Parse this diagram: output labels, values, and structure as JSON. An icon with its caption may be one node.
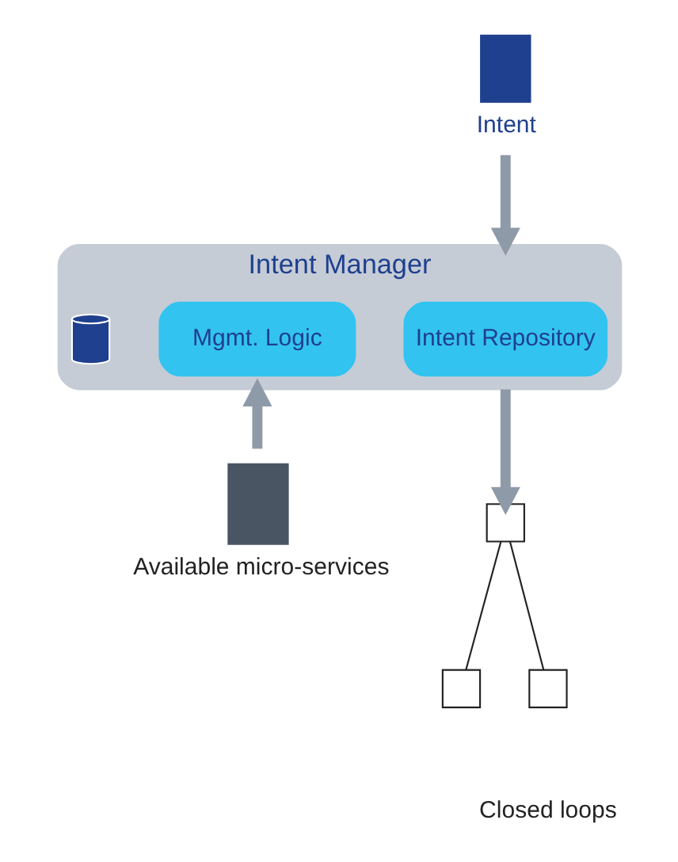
{
  "diagram": {
    "nodes": [
      {
        "text": [
          "Intent"
        ]
      },
      {
        "text": [
          "Intent Manager"
        ]
      },
      {
        "text": [
          "Mgmt. Logic"
        ],
        "in": 1
      },
      {
        "text": [
          "Intent Repository"
        ],
        "in": 1
      },
      {
        "text": [],
        "shape": "cylinder",
        "in": 1
      },
      {
        "text": [
          "Available micro-services"
        ]
      },
      {
        "text": [],
        "shape": "box"
      },
      {
        "text": [],
        "shape": "box"
      },
      {
        "text": [],
        "shape": "box"
      }
    ],
    "edges": [
      {
        "from": 0,
        "to": 1,
        "arrow": "to"
      },
      {
        "from": 5,
        "to": 1,
        "arrow": "to"
      },
      {
        "from": 1,
        "to": 6,
        "arrow": "to"
      },
      {
        "from": 6,
        "to": 7,
        "arrow": "none",
        "color": "#222222"
      },
      {
        "from": 6,
        "to": 8,
        "arrow": "none",
        "color": "#222222"
      }
    ],
    "labels": [
      "Closed loops"
    ]
  }
}
